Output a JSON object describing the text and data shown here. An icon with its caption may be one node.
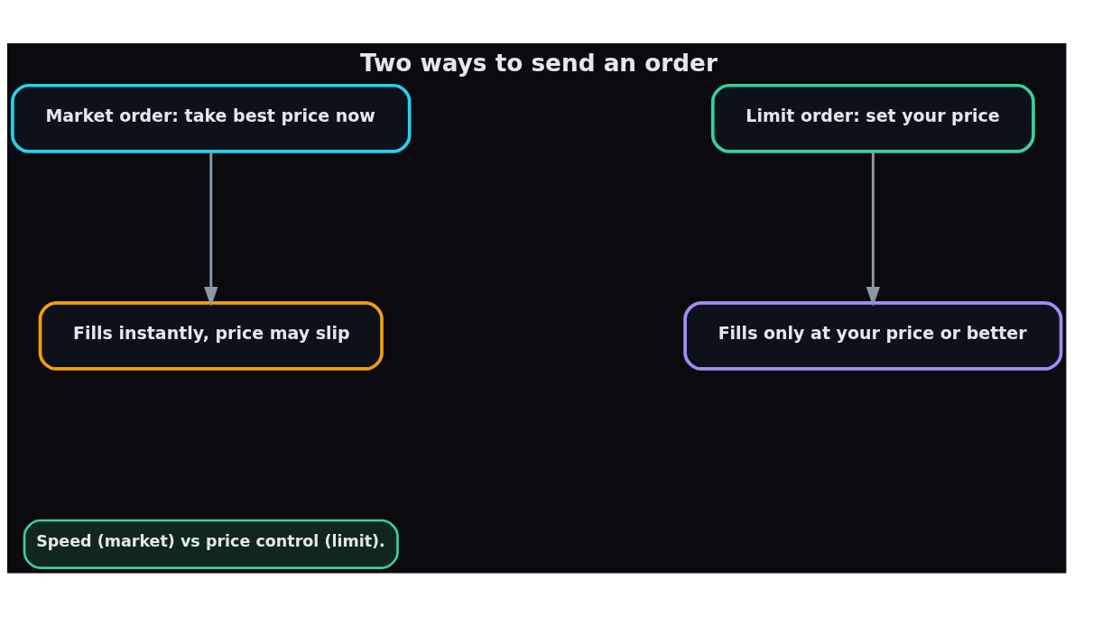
{
  "diagram": {
    "title": "Two ways to send an order",
    "nodes": [
      {
        "text": [
          "Market order: take best price now"
        ]
      },
      {
        "text": [
          "Limit order: set your price"
        ]
      },
      {
        "text": [
          "Fills instantly, price may slip"
        ]
      },
      {
        "text": [
          "Fills only at your price or better"
        ]
      },
      {
        "text": [
          "Speed (market) vs price control (limit)."
        ]
      }
    ],
    "edges": [
      {
        "from": 0,
        "to": 2,
        "arrow": "to"
      },
      {
        "from": 1,
        "to": 3,
        "arrow": "to"
      }
    ]
  }
}
